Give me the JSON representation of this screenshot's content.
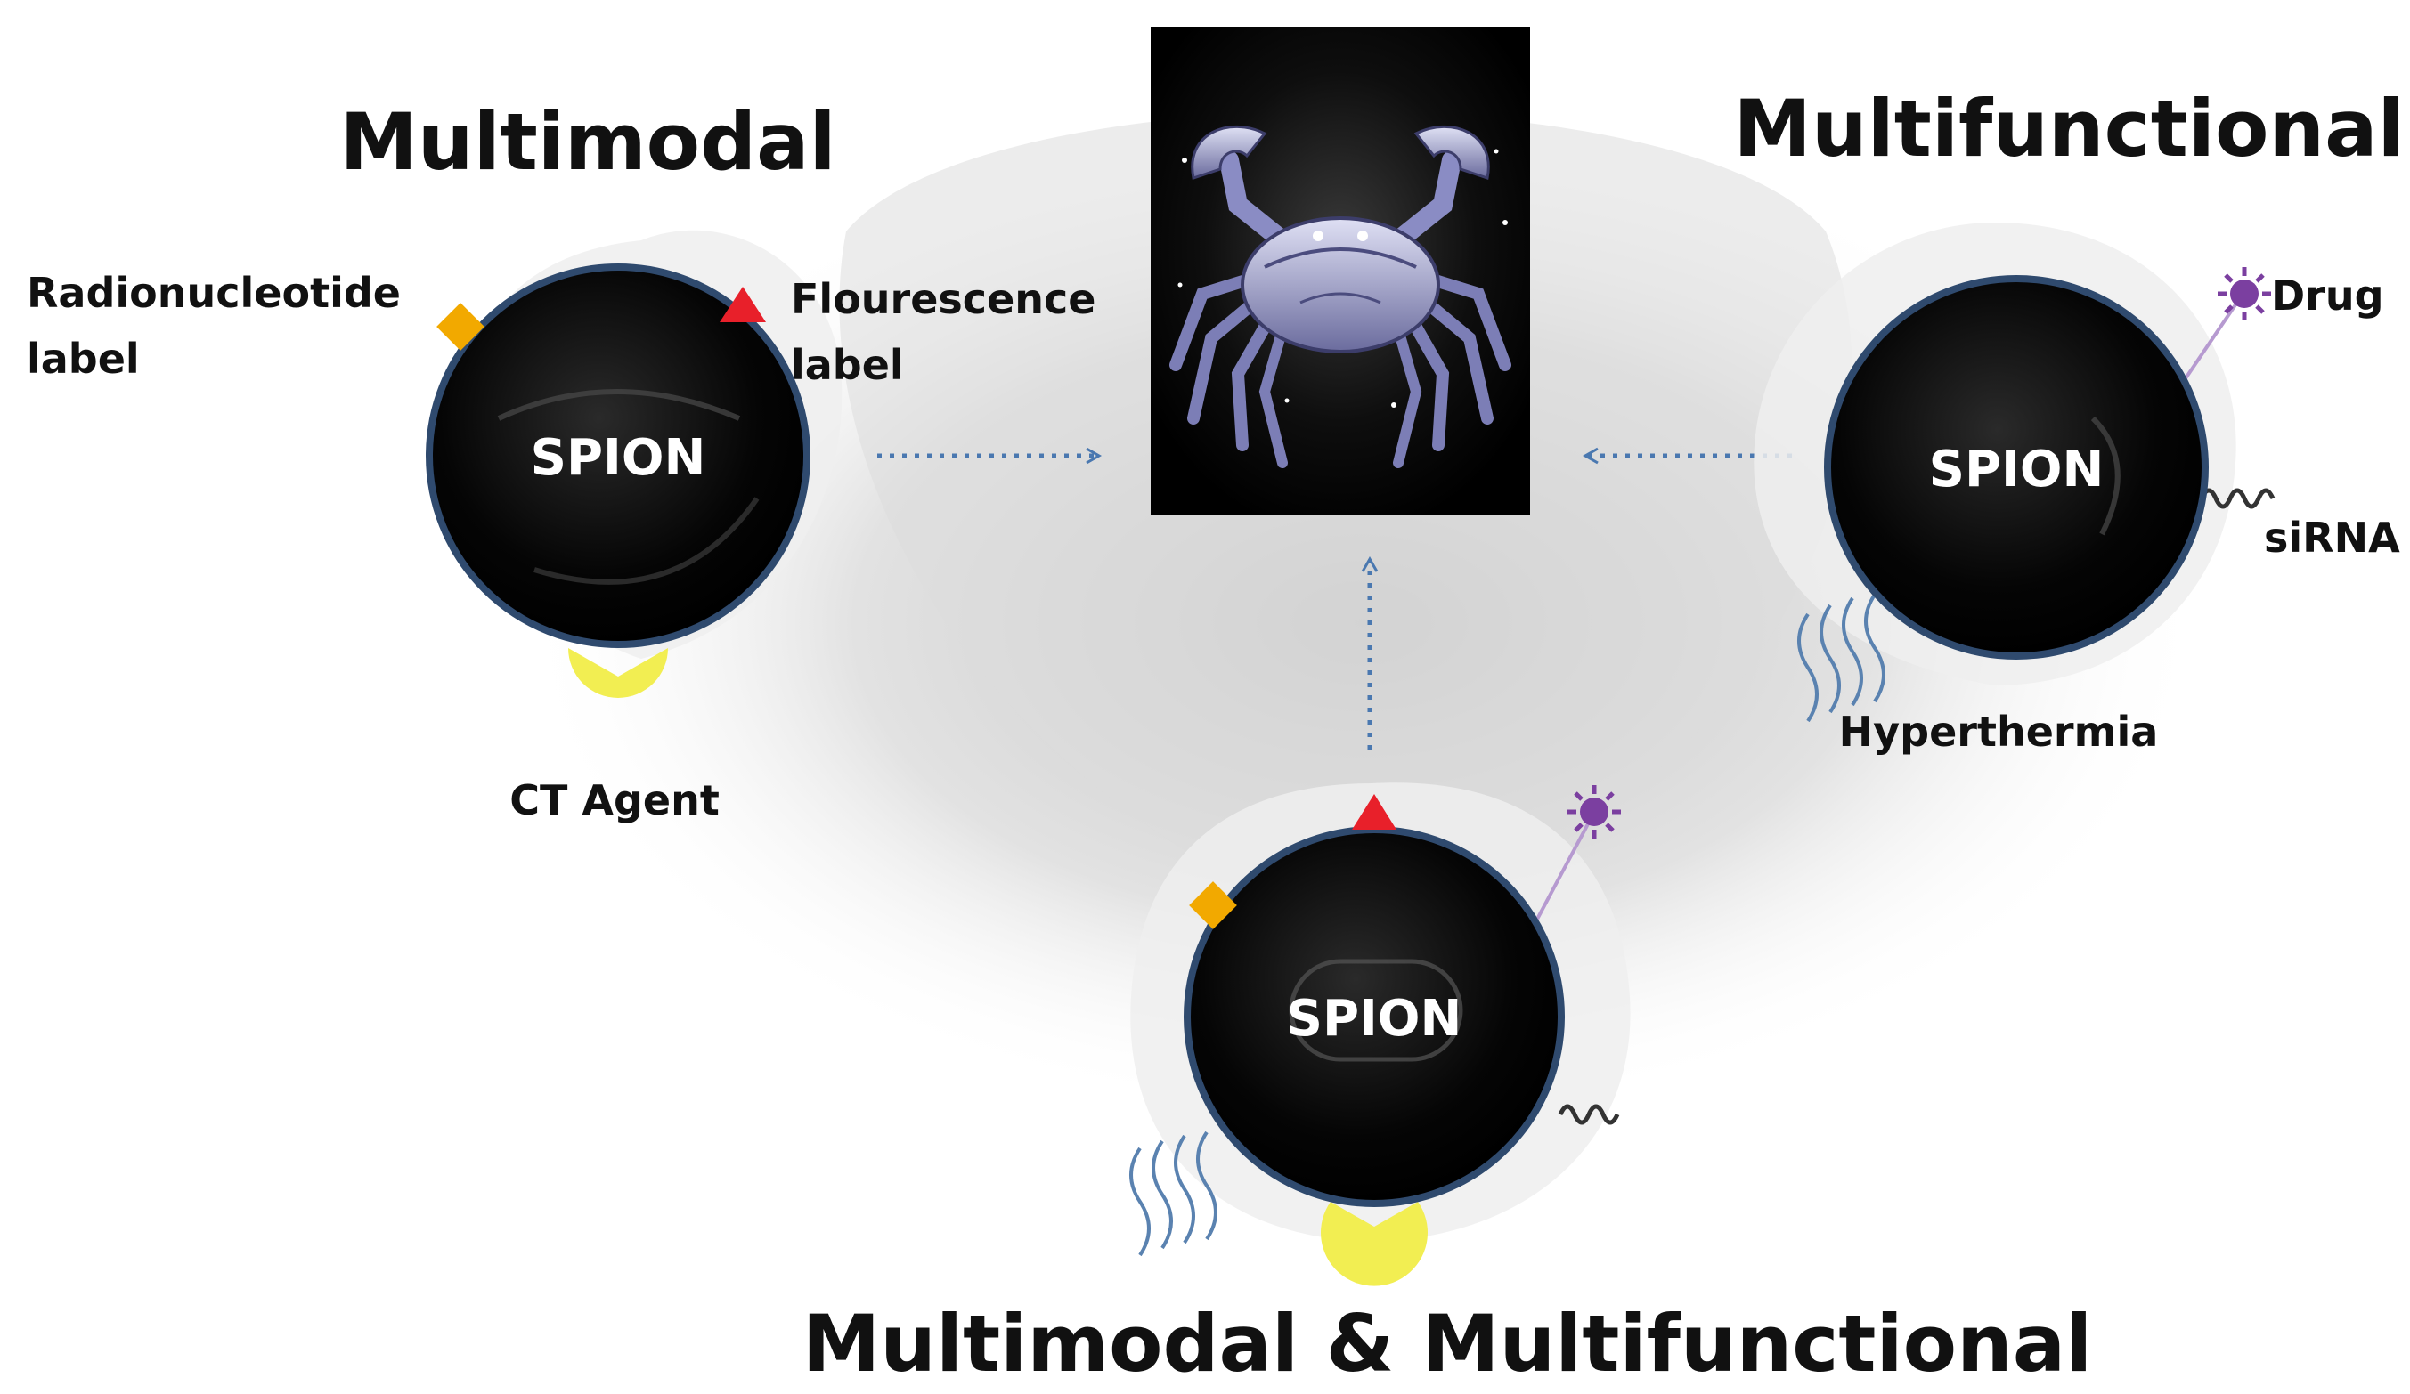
{
  "titles": {
    "multimodal": "Multimodal",
    "multifunctional": "Multifunctional",
    "combined": "Multimodal & Multifunctional"
  },
  "particles": {
    "multimodal": {
      "core_label": "SPION",
      "labels": {
        "radionucleotide": [
          "Radionucleotide",
          "label"
        ],
        "fluorescence": [
          "Flourescence",
          "label"
        ],
        "ct_agent": "CT Agent"
      }
    },
    "multifunctional": {
      "core_label": "SPION",
      "labels": {
        "drug": "Drug",
        "sirna": "siRNA",
        "hyperthermia": "Hyperthermia"
      }
    },
    "combined": {
      "core_label": "SPION"
    }
  },
  "center_image": {
    "icon": "crab-icon"
  },
  "colors": {
    "radionucleotide": "#f2a900",
    "fluorescence": "#e8202a",
    "ct_agent": "#f2ee52",
    "drug": "#7b3fa0",
    "heat_waves": "#5a82b0",
    "arrow": "#4a78b0",
    "particle_ring": "#2f4a6e"
  }
}
